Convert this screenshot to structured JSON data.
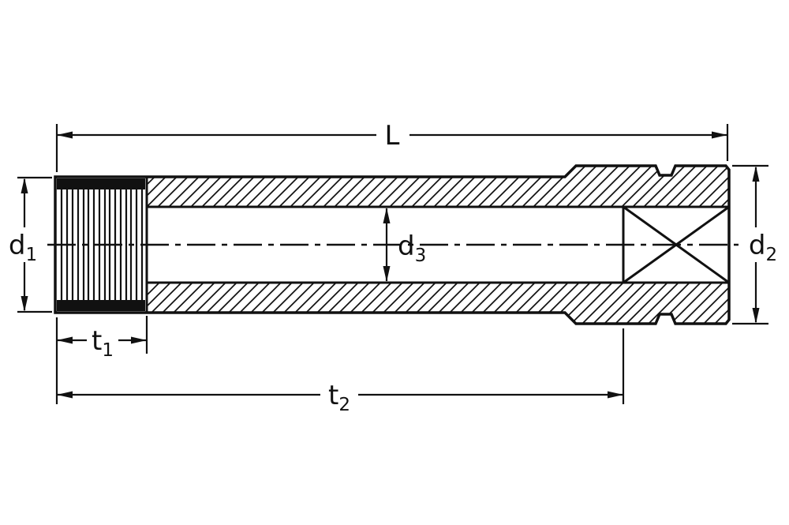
{
  "diagram": {
    "background": "#ffffff",
    "line_color": "#111111",
    "labels": {
      "L": {
        "main": "L",
        "sub": ""
      },
      "d1": {
        "main": "d",
        "sub": "1"
      },
      "d2": {
        "main": "d",
        "sub": "2"
      },
      "d3": {
        "main": "d",
        "sub": "3"
      },
      "t1": {
        "main": "t",
        "sub": "1"
      },
      "t2": {
        "main": "t",
        "sub": "2"
      }
    }
  }
}
